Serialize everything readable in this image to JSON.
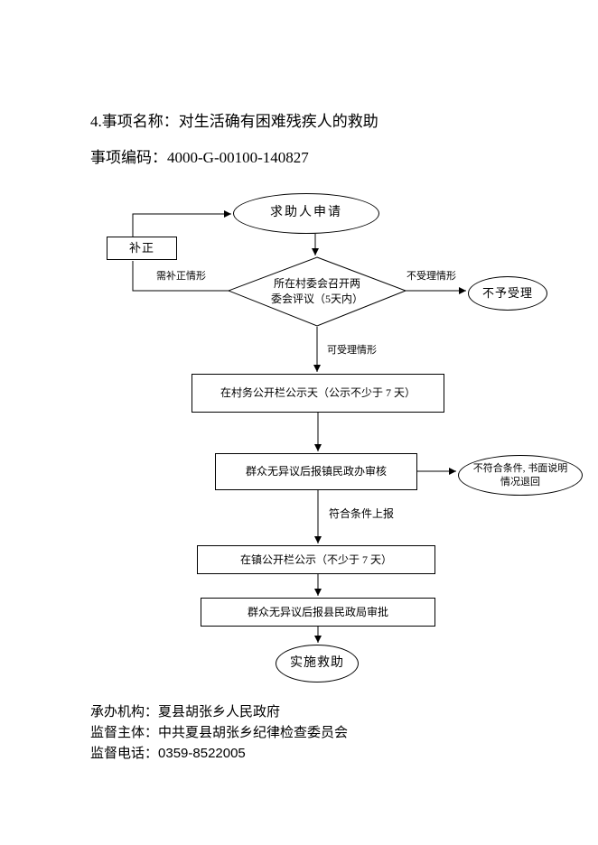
{
  "doc": {
    "title": "4.事项名称：对生活确有困难残疾人的救助",
    "code_line": "事项编码：4000-G-00100-140827"
  },
  "flowchart": {
    "nodes": {
      "start": "求助人申请",
      "correction": "补正",
      "decision_line1": "所在村委会召开两",
      "decision_line2": "委会评议（5天内）",
      "reject": "不予受理",
      "village_publicity": "在村务公开栏公示天（公示不少于 7 天）",
      "town_review": "群众无异议后报镇民政办审核",
      "return_line1": "不符合条件, 书面说明",
      "return_line2": "情况退回",
      "town_publicity": "在镇公开栏公示（不少于 7 天）",
      "county_approval": "群众无异议后报县民政局审批",
      "end": "实施救助"
    },
    "labels": {
      "need_correction": "需补正情形",
      "not_accept": "不受理情形",
      "acceptable": "可受理情形",
      "meets_condition": "符合条件上报"
    }
  },
  "footer": {
    "agency": "承办机构：夏县胡张乡人民政府",
    "supervisor": "监督主体：中共夏县胡张乡纪律检查委员会",
    "phone_label": "监督电话：",
    "phone_number": "0359-8522005"
  }
}
